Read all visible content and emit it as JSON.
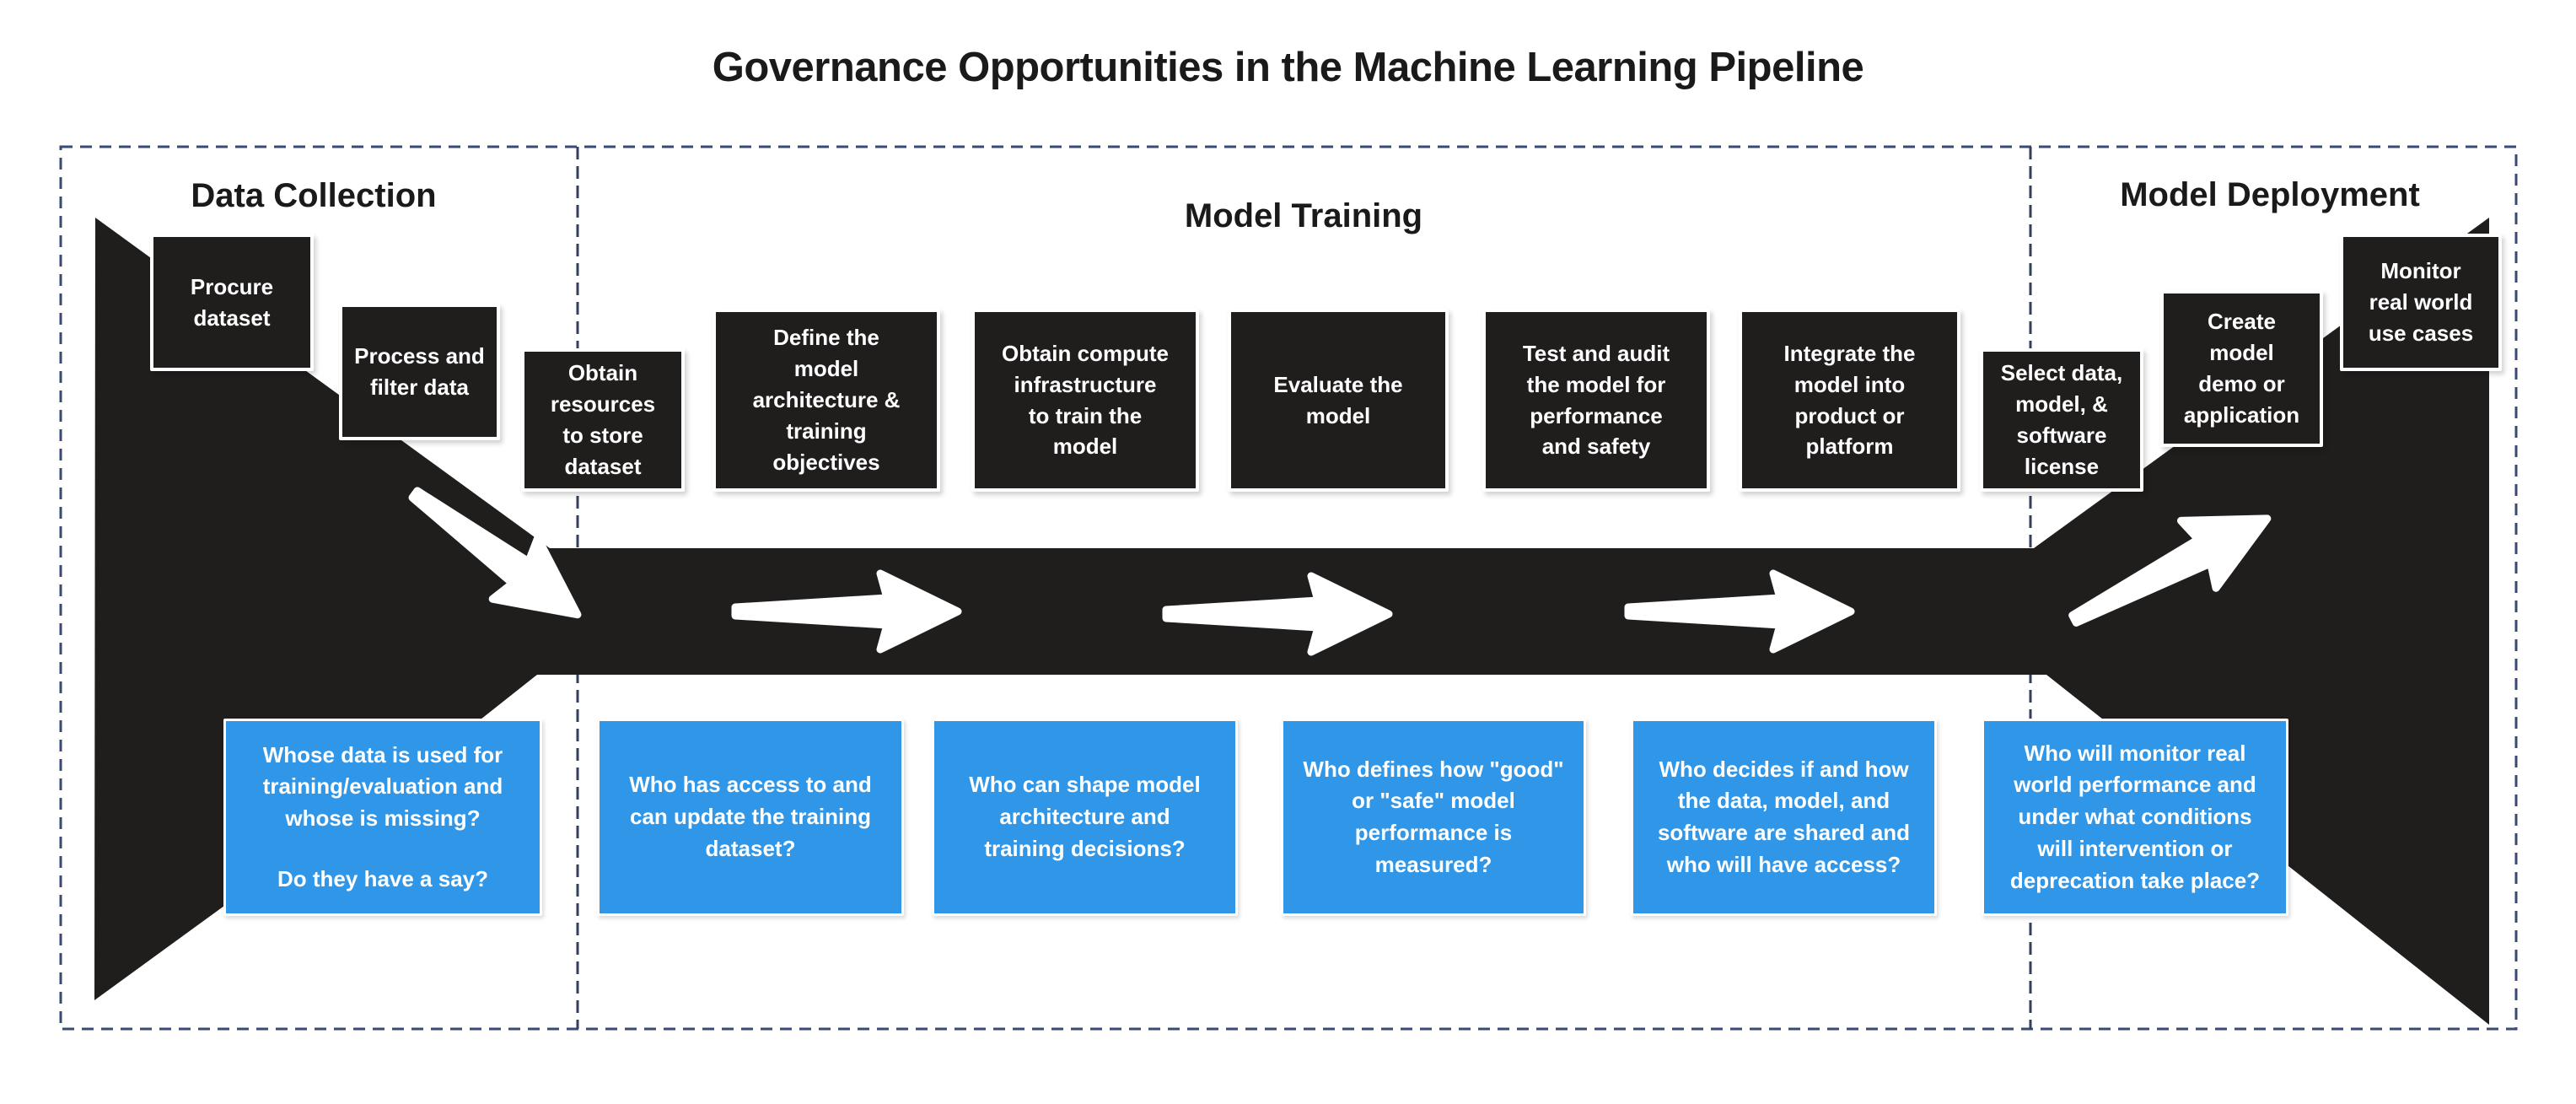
{
  "title": "Governance Opportunities in the Machine Learning Pipeline",
  "sections": [
    {
      "label": "Data Collection"
    },
    {
      "label": "Model Training"
    },
    {
      "label": "Model Deployment"
    }
  ],
  "stages": [
    {
      "label": "Procure\ndataset"
    },
    {
      "label": "Process and\nfilter data"
    },
    {
      "label": "Obtain\nresources\nto store\ndataset"
    },
    {
      "label": "Define the\nmodel\narchitecture &\ntraining\nobjectives"
    },
    {
      "label": "Obtain compute\ninfrastructure\nto train the\nmodel"
    },
    {
      "label": "Evaluate the\nmodel"
    },
    {
      "label": "Test and audit\nthe model for\nperformance\nand safety"
    },
    {
      "label": "Integrate the\nmodel into\nproduct or\nplatform"
    },
    {
      "label": "Select data,\nmodel, &\nsoftware\nlicense"
    },
    {
      "label": "Create\nmodel\ndemo or\napplication"
    },
    {
      "label": "Monitor\nreal world\nuse cases"
    }
  ],
  "questions": [
    {
      "text": "Whose data is used for\ntraining/evaluation and\nwhose is missing?",
      "text2": "Do they have a say?"
    },
    {
      "text": "Who has access to and\ncan update the training\ndataset?"
    },
    {
      "text": "Who can shape model\narchitecture and\ntraining decisions?"
    },
    {
      "text": "Who defines how \"good\"\nor \"safe\" model\nperformance is\nmeasured?"
    },
    {
      "text": "Who decides if and how\nthe data, model, and\nsoftware are shared and\nwho will have access?"
    },
    {
      "text": "Who will monitor real\nworld performance and\nunder what conditions\nwill intervention or\ndeprecation take place?"
    }
  ],
  "colors": {
    "flow_black": "#201d1d",
    "question_blue": "#2f96e8",
    "border_navy": "#3a4a73",
    "divider_navy": "#333f5c",
    "text_dark": "#1a1a1a"
  }
}
